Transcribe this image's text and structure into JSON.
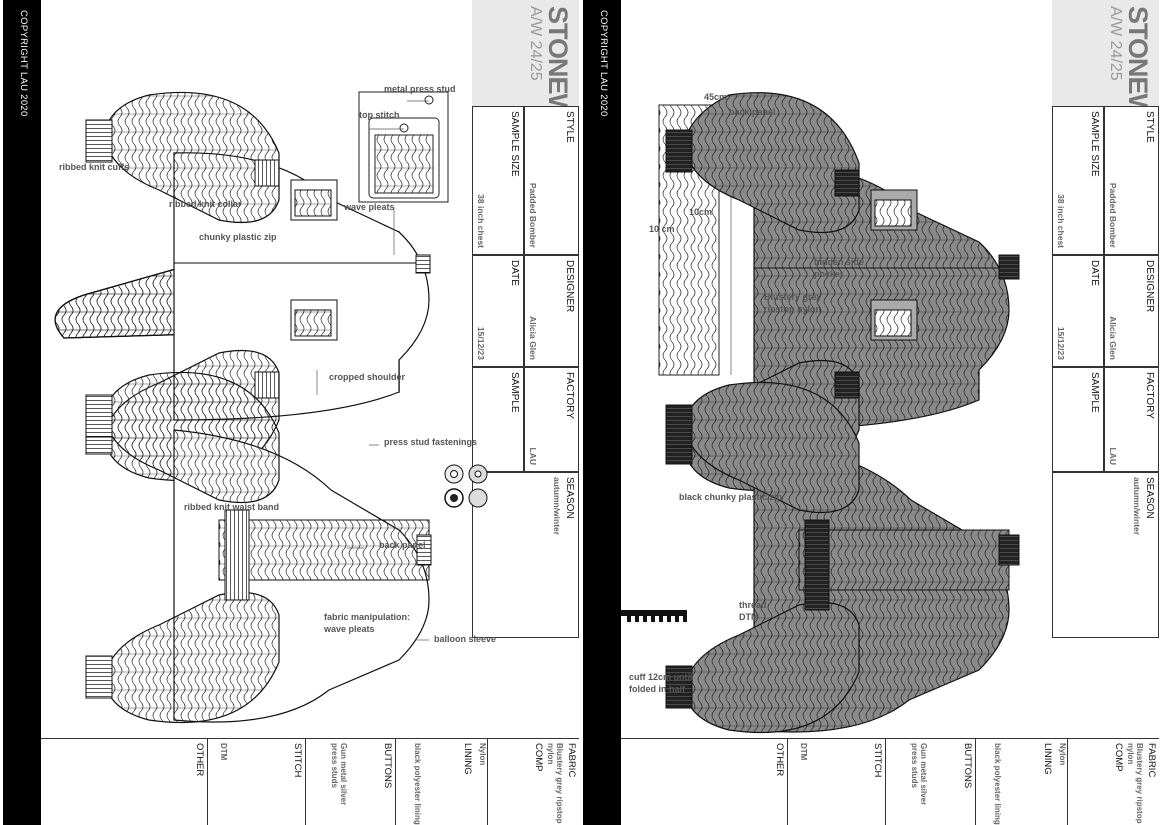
{
  "header": {
    "brand": "STONEWEAR",
    "collection": "A/W 24/25",
    "style_label": "STYLE",
    "style_value": "Padded Bomber",
    "designer_label": "DESIGNER",
    "designer_value": "Alicia Glen",
    "factory_label": "FACTORY",
    "factory_value": "LAU",
    "season_label": "SEASON",
    "season_value": "autumn/winter",
    "sample_size_label": "SAMPLE SIZE",
    "sample_size_value": "38 inch chest",
    "date_label": "DATE",
    "date_value": "15/12/23",
    "sample_label": "SAMPLE"
  },
  "specs": {
    "fabric_label": "FABRIC",
    "fabric_value": "Blustery grey ripstop nylon",
    "comp_label": "COMP",
    "comp_value": "Nylon",
    "lining_label": "LINING",
    "lining_value": "black polyester lining",
    "buttons_label": "BUTTONS",
    "buttons_value": "Gun metal silver press studs",
    "stitch_label": "STITCH",
    "stitch_value": "DTM",
    "other_label": "OTHER"
  },
  "footer": {
    "copyright": "COPYRIGHT LAU 2020"
  },
  "page_a": {
    "annotations": {
      "metal_press_stud": "metal press stud",
      "top_stitch": "top stitch",
      "wave_pleats": "wave pleats",
      "ribbed_knit_cuffs": "ribbed knit cuffs",
      "ribbed_knit_collar": "ribbed knit collar",
      "chunky_plastic_zip": "chunky plastic zip",
      "cropped_shoulder": "cropped shoulder",
      "press_stud_fastenings": "press stud fastenings",
      "ribbed_knit_waist_band": "ribbed knit waist band",
      "back_panel": "back panel",
      "fabric_manipulation": "fabric manipulation:",
      "fabric_manipulation_2": "wave pleats",
      "balloon_sleeve": "balloon sleeve"
    }
  },
  "page_b": {
    "annotations": {
      "back_panel": "back panel",
      "dim_45": "45cm",
      "dim_10": "10cm",
      "blustery_1": "Blustery grey",
      "blustery_2": "ripstop nylon",
      "hidden_1": "hidden side",
      "hidden_2": "pocket",
      "dim_10_cm": "10 cm",
      "black_zip": "black chunky plastic zip",
      "thread_1": "thread",
      "thread_2": "DTM",
      "cuff_1": "cuff 12cm until",
      "cuff_2": "folded in half"
    }
  },
  "colors": {
    "garment_fill_b": "#8a8a8a",
    "logo_bg": "#e9e9e9",
    "footer": "#000000"
  }
}
